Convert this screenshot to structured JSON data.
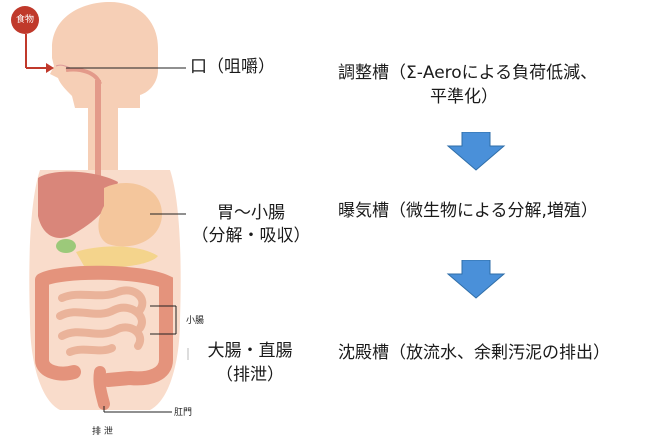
{
  "food_badge": "食物",
  "labels": {
    "mouth": "口（咀嚼）",
    "stomach_line1": "胃～小腸",
    "stomach_line2": "（分解・吸収）",
    "colon_line1": "大腸・直腸",
    "colon_line2": "（排泄）",
    "small_intestine": "小腸",
    "anus": "肛門",
    "excretion": "排 泄"
  },
  "tanks": {
    "adjust_line1": "調整槽（Σ-Aeroによる負荷低減、",
    "adjust_line2": "平準化）",
    "aeration": "曝気槽（微生物による分解,増殖）",
    "settling": "沈殿槽（放流水、余剰汚泥の排出）"
  },
  "colors": {
    "arrow": "#4a90d9",
    "badge": "#c0392b",
    "skin": "#f5c9ad",
    "liver": "#d9867a",
    "stomach": "#f2c99a",
    "intestine": "#e8a98a"
  }
}
